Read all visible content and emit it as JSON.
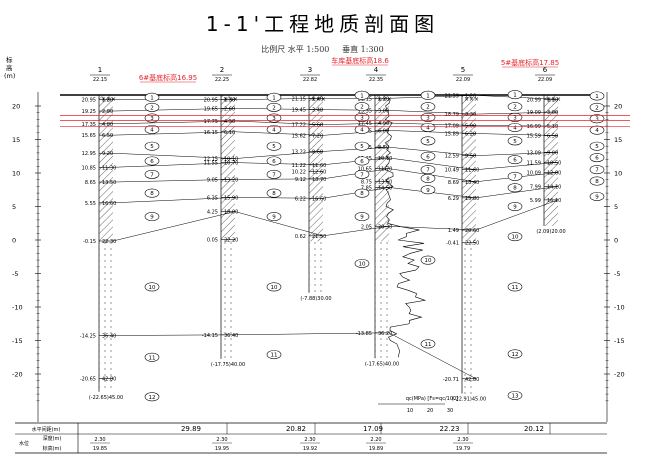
{
  "title": "1-1'工程地质剖面图",
  "scale": {
    "label": "比例尺",
    "horizontal_label": "水平",
    "horizontal": "1:500",
    "vertical_label": "垂直",
    "vertical": "1:300"
  },
  "axis": {
    "label": "标高(m)",
    "ticks": [
      20,
      15,
      10,
      5,
      0,
      -5,
      -10,
      -15,
      -20
    ]
  },
  "annotations": [
    {
      "text": "6#基底标高16.95",
      "value": 16.95,
      "color": "#e8232a"
    },
    {
      "text": "车库基底标高18.6",
      "value": 18.6,
      "color": "#e8232a"
    },
    {
      "text": "5#基底标高17.85",
      "value": 17.85,
      "color": "#e8232a"
    }
  ],
  "boreholes": [
    {
      "id": "1",
      "top": "22.15",
      "bottom": "(-22.65)45.00",
      "layers": [
        {
          "elev": "20.95",
          "depth": "1.20"
        },
        {
          "elev": "19.25",
          "depth": "2.90"
        },
        {
          "elev": "17.35",
          "depth": "4.80"
        },
        {
          "elev": "15.65",
          "depth": "6.50"
        },
        {
          "elev": "12.95",
          "depth": "9.20"
        },
        {
          "elev": "10.85",
          "depth": "11.30"
        },
        {
          "elev": "8.65",
          "depth": "13.50"
        },
        {
          "elev": "5.55",
          "depth": "16.60"
        },
        {
          "elev": "-0.15",
          "depth": "22.30"
        },
        {
          "elev": "-14.25",
          "depth": "36.40"
        },
        {
          "elev": "-20.65",
          "depth": "42.80"
        }
      ]
    },
    {
      "id": "2",
      "top": "22.25",
      "bottom": "(-17.75)40.00",
      "layers": [
        {
          "elev": "20.95",
          "depth": "1.30"
        },
        {
          "elev": "19.65",
          "depth": "2.60"
        },
        {
          "elev": "17.75",
          "depth": "4.50"
        },
        {
          "elev": "16.15",
          "depth": "6.10"
        },
        {
          "elev": "12.15",
          "depth": "10.10"
        },
        {
          "elev": "11.55",
          "depth": "10.70"
        },
        {
          "elev": "9.05",
          "depth": "13.20"
        },
        {
          "elev": "6.35",
          "depth": "15.90"
        },
        {
          "elev": "4.25",
          "depth": "18.00"
        },
        {
          "elev": "0.05",
          "depth": "22.20"
        },
        {
          "elev": "-14.15",
          "depth": "36.40"
        }
      ]
    },
    {
      "id": "3",
      "top": "22.82",
      "bottom": "(-7.88)30.00",
      "layers": [
        {
          "elev": "21.15",
          "depth": "1.40"
        },
        {
          "elev": "19.45",
          "depth": "3.40"
        },
        {
          "elev": "17.22",
          "depth": "5.60"
        },
        {
          "elev": "15.62",
          "depth": "7.20"
        },
        {
          "elev": "13.22",
          "depth": "9.60"
        },
        {
          "elev": "11.22",
          "depth": "11.60"
        },
        {
          "elev": "10.22",
          "depth": "12.60"
        },
        {
          "elev": "9.12",
          "depth": "13.70"
        },
        {
          "elev": "6.22",
          "depth": "16.60"
        },
        {
          "elev": "0.62",
          "depth": "21.50"
        }
      ]
    },
    {
      "id": "4",
      "top": "22.35",
      "bottom": "(-17.65)40.00",
      "layers": [
        {
          "elev": "21.15",
          "depth": "1.20"
        },
        {
          "elev": "19.35",
          "depth": "3.00"
        },
        {
          "elev": "17.45",
          "depth": "4.90"
        },
        {
          "elev": "16.35",
          "depth": "6.00"
        },
        {
          "elev": "13.85",
          "depth": "8.50"
        },
        {
          "elev": "12.25",
          "depth": "10.10"
        },
        {
          "elev": "10.65",
          "depth": "11.70"
        },
        {
          "elev": "8.75",
          "depth": "13.60"
        },
        {
          "elev": "7.85",
          "depth": "14.50"
        },
        {
          "elev": "2.05",
          "depth": "20.30"
        },
        {
          "elev": "-13.85",
          "depth": "36.20"
        }
      ]
    },
    {
      "id": "5",
      "top": "22.09",
      "bottom": "(-22.91)45.00",
      "layers": [
        {
          "elev": "21.59",
          "depth": "1.20"
        },
        {
          "elev": "18.79",
          "depth": "3.30"
        },
        {
          "elev": "17.09",
          "depth": "5.00"
        },
        {
          "elev": "15.89",
          "depth": "6.20"
        },
        {
          "elev": "12.59",
          "depth": "9.50"
        },
        {
          "elev": "10.49",
          "depth": "11.60"
        },
        {
          "elev": "8.69",
          "depth": "13.40"
        },
        {
          "elev": "6.29",
          "depth": "15.80"
        },
        {
          "elev": "1.49",
          "depth": "20.60"
        },
        {
          "elev": "-0.41",
          "depth": "22.50"
        },
        {
          "elev": "-20.71",
          "depth": "42.80"
        }
      ]
    },
    {
      "id": "6",
      "top": "22.09",
      "bottom": "(2.09)20.00",
      "layers": [
        {
          "elev": "20.99",
          "depth": "1.10"
        },
        {
          "elev": "19.09",
          "depth": "3.00"
        },
        {
          "elev": "16.99",
          "depth": "5.10"
        },
        {
          "elev": "15.59",
          "depth": "6.50"
        },
        {
          "elev": "13.09",
          "depth": "9.00"
        },
        {
          "elev": "11.59",
          "depth": "10.50"
        },
        {
          "elev": "10.09",
          "depth": "12.00"
        },
        {
          "elev": "7.99",
          "depth": "14.10"
        },
        {
          "elev": "5.99",
          "depth": "16.10"
        }
      ]
    }
  ],
  "cpt_label": "qc(MPa) [Fs=qc/100]",
  "cpt_ticks": [
    "10",
    "20",
    "30"
  ],
  "footer": {
    "row1_label": "水平间距(m)",
    "spacings": [
      "29.89",
      "20.82",
      "17.09",
      "22.23",
      "20.12"
    ],
    "row2_label": "深度(m)",
    "row3_label": "水位",
    "row3b_label": "标高(m)",
    "water": [
      {
        "depth": "2.30",
        "elev": "19.85"
      },
      {
        "depth": "2.30",
        "elev": "19.95"
      },
      {
        "depth": "2.30",
        "elev": "19.92"
      },
      {
        "depth": "2.20",
        "elev": "19.89"
      },
      {
        "depth": "2.30",
        "elev": "19.79"
      }
    ]
  }
}
